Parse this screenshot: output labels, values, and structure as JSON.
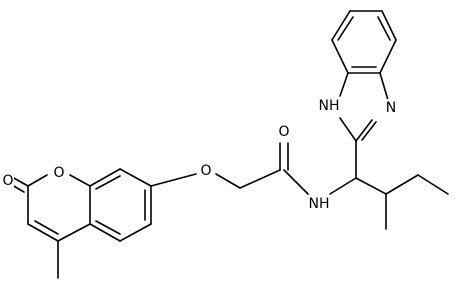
{
  "molecule": {
    "atoms": [
      {
        "id": "O_carbonyl_lactone",
        "label": "O"
      },
      {
        "id": "O_ring",
        "label": "O"
      },
      {
        "id": "O_ether",
        "label": "O"
      },
      {
        "id": "O_amide",
        "label": "O"
      },
      {
        "id": "N_amide",
        "label": "NH"
      },
      {
        "id": "N_imidazole_h",
        "label": "NH"
      },
      {
        "id": "N_imidazole",
        "label": "N"
      }
    ]
  }
}
